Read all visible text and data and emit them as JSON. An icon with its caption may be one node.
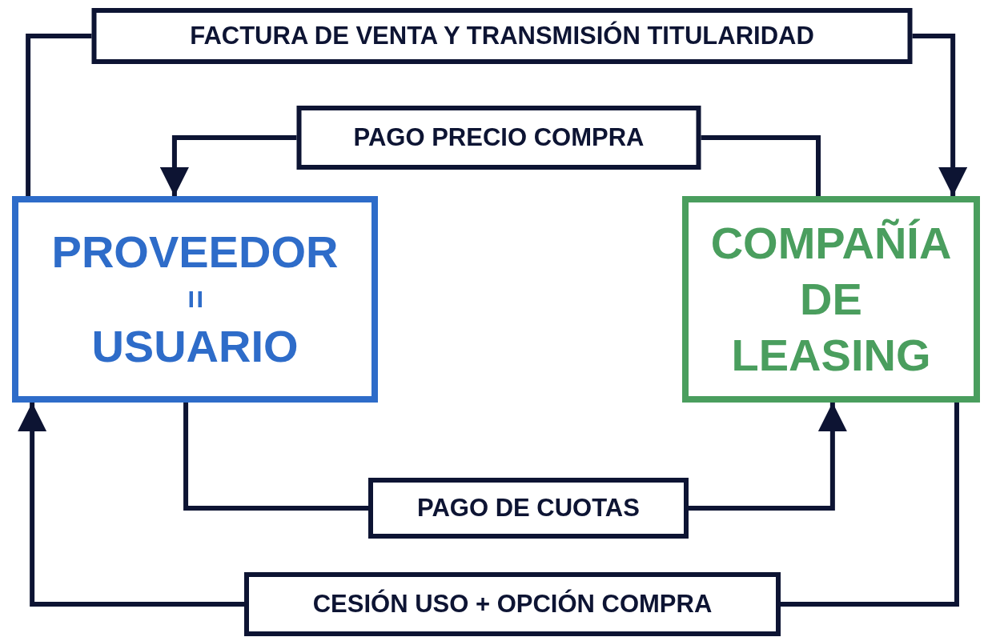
{
  "diagram": {
    "nodes": [
      {
        "text": [
          "PROVEEDOR",
          "=",
          "USUARIO"
        ]
      },
      {
        "text": [
          "COMPAÑÍA",
          "DE",
          "LEASING"
        ]
      }
    ],
    "edges": [
      {
        "from": 0,
        "to": 1,
        "arrow": "to",
        "label": "FACTURA DE VENTA Y TRANSMISIÓN TITULARIDAD"
      },
      {
        "from": 1,
        "to": 0,
        "arrow": "to",
        "label": "PAGO PRECIO COMPRA"
      },
      {
        "from": 0,
        "to": 1,
        "arrow": "to",
        "label": "PAGO DE CUOTAS"
      },
      {
        "from": 1,
        "to": 0,
        "arrow": "to",
        "label": "CESIÓN USO + OPCIÓN COMPRA"
      }
    ]
  }
}
